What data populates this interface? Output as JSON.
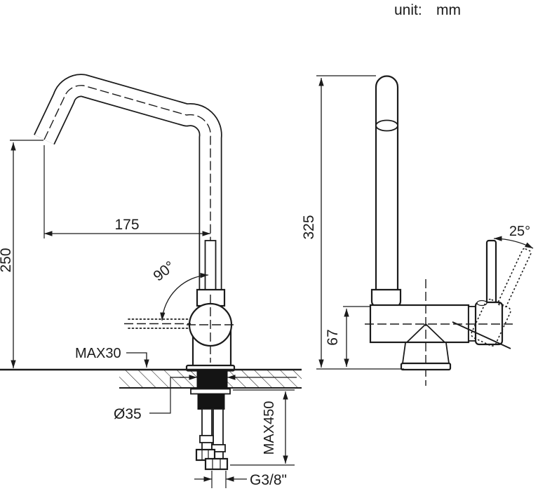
{
  "unit": {
    "label": "unit:",
    "value": "mm"
  },
  "colors": {
    "line": "#1b1b1b",
    "background": "#ffffff",
    "fill_dark": "#141414"
  },
  "front_view": {
    "dims": {
      "spout_reach": "175",
      "spout_height": "250",
      "swivel_angle": "90°",
      "max_deck_thickness": "MAX30",
      "hole_diameter": "Ø35",
      "hose_length": "MAX450",
      "thread": "G3/8\""
    }
  },
  "side_view": {
    "dims": {
      "total_height": "325",
      "body_height": "67",
      "handle_angle": "25°"
    }
  }
}
